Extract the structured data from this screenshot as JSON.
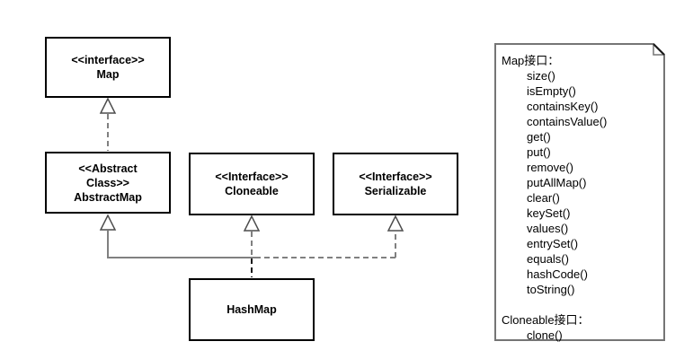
{
  "canvas": {
    "background": "#ffffff",
    "box_border_color": "#000000",
    "note_border_color": "#757575",
    "connector_color": "#808080",
    "connector_dark_color": "#1a1a1a"
  },
  "classes": [
    {
      "id": "map",
      "lines": [
        "<<interface>>",
        "Map"
      ]
    },
    {
      "id": "abstractmap",
      "lines": [
        "<<Abstract",
        "Class>>",
        "AbstractMap"
      ]
    },
    {
      "id": "cloneable",
      "lines": [
        "<<Interface>>",
        "Cloneable"
      ]
    },
    {
      "id": "serializable",
      "lines": [
        "<<Interface>>",
        "Serializable"
      ]
    },
    {
      "id": "hashmap",
      "lines": [
        "HashMap"
      ]
    }
  ],
  "relations": [
    {
      "from": "AbstractMap",
      "to": "Map",
      "style": "dashed",
      "arrow": "hollow-triangle"
    },
    {
      "from": "HashMap",
      "to": "AbstractMap",
      "style": "solid",
      "arrow": "hollow-triangle"
    },
    {
      "from": "HashMap",
      "to": "Cloneable",
      "style": "dashed",
      "arrow": "hollow-triangle"
    },
    {
      "from": "HashMap",
      "to": "Serializable",
      "style": "dashed",
      "arrow": "hollow-triangle"
    }
  ],
  "note": {
    "sections": [
      {
        "title": "Map接口：",
        "items": [
          "size()",
          "isEmpty()",
          "containsKey()",
          "containsValue()",
          "get()",
          "put()",
          "remove()",
          "putAllMap()",
          "clear()",
          "keySet()",
          "values()",
          "entrySet()",
          "equals()",
          "hashCode()",
          "toString()"
        ]
      },
      {
        "title": "Cloneable接口：",
        "items": [
          "clone()"
        ]
      }
    ]
  }
}
